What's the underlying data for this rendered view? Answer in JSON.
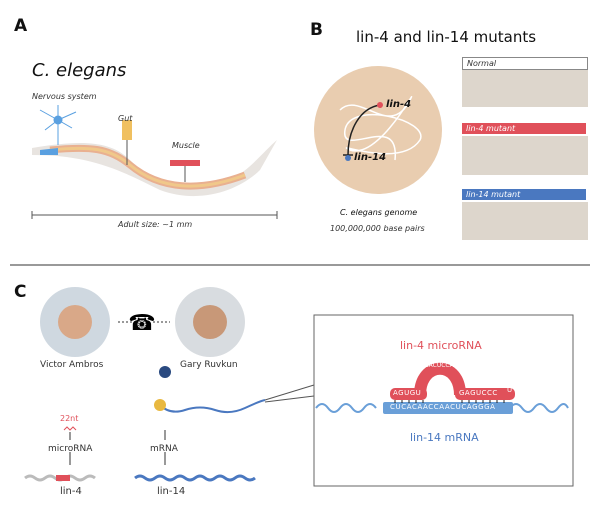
{
  "panel_a": {
    "label": "A",
    "title": "C. elegans",
    "nervous": "Nervous system",
    "gut": "Gut",
    "muscle": "Muscle",
    "scale": "Adult size: ~1 mm"
  },
  "panel_b": {
    "label": "B",
    "title": "lin-4 and lin-14 mutants",
    "lin4": "lin-4",
    "lin14": "lin-14",
    "genome": "C. elegans genome",
    "pairs": "100,000,000 base pairs",
    "photos": [
      {
        "label": "Normal"
      },
      {
        "label": "lin-4 mutant"
      },
      {
        "label": "lin-14 mutant"
      }
    ]
  },
  "panel_c": {
    "label": "C",
    "person1": "Victor Ambros",
    "person2": "Gary Ruvkun",
    "nt": "22nt",
    "microrna": "microRNA",
    "mrna": "mRNA",
    "gene1": "lin-4",
    "gene2": "lin-14",
    "box": {
      "mirna_title": "lin-4 microRNA",
      "mrna_title": "lin-14 mRNA",
      "left_seq": "AGUGU",
      "loop_seq": "GACUCCA",
      "right_seq": "GAGUCCC",
      "tail": "U",
      "mrna_seq": "CUCACAACCAACUCAGGGA"
    }
  },
  "colors": {
    "red": "#e0505a",
    "blue": "#4a78c0",
    "tan": "#e9cdb0"
  }
}
